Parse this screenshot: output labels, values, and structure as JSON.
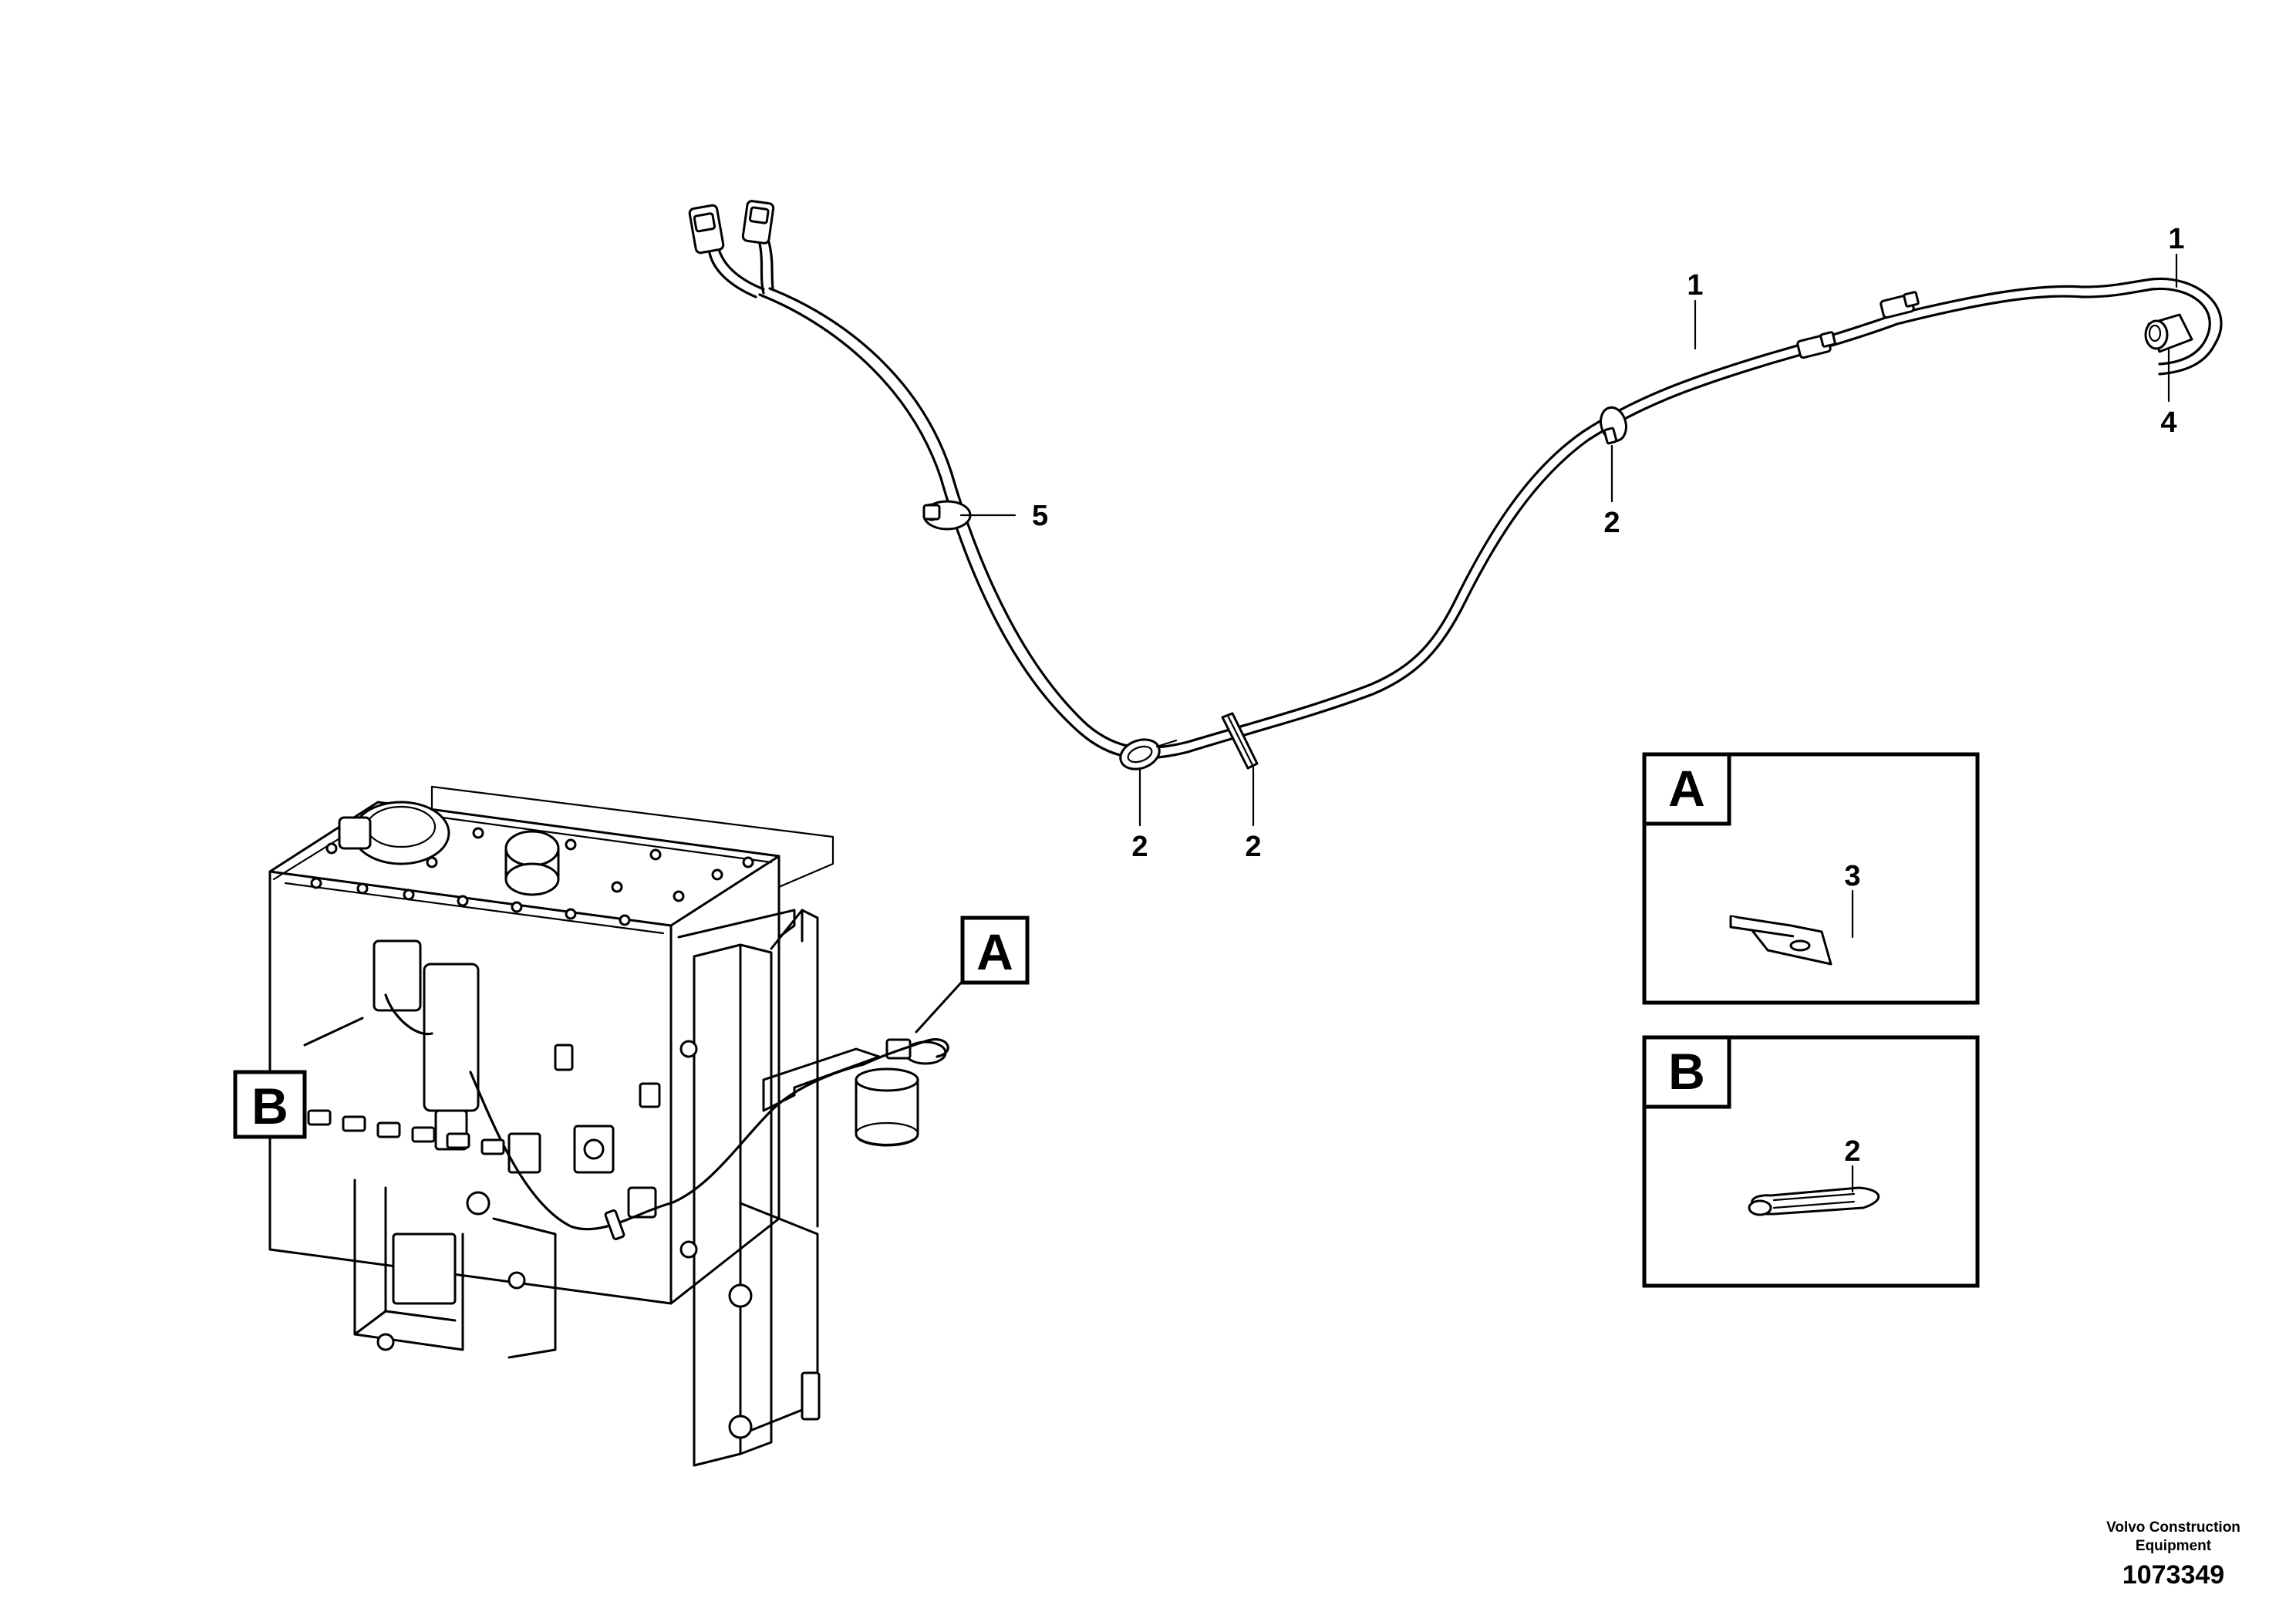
{
  "callouts": {
    "c1_top": "1",
    "c1_mid": "1",
    "c4": "4",
    "c2_right": "2",
    "c5": "5",
    "c2_left": "2",
    "c2_center": "2",
    "detail_a_item": "3",
    "detail_b_item": "2"
  },
  "detail_views": {
    "a_label": "A",
    "b_label": "B"
  },
  "main_view_labels": {
    "a_label": "A",
    "b_label": "B"
  },
  "footer": {
    "company_line1": "Volvo Construction",
    "company_line2": "Equipment",
    "drawing_number": "1073349"
  }
}
